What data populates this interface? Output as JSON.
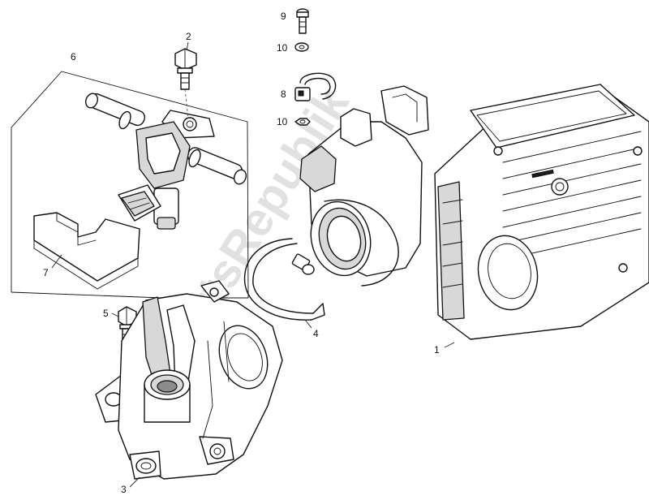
{
  "watermark": "PartsRepublik",
  "parts": [
    {
      "id": "1",
      "label": "1"
    },
    {
      "id": "2",
      "label": "2"
    },
    {
      "id": "3",
      "label": "3"
    },
    {
      "id": "4",
      "label": "4"
    },
    {
      "id": "5",
      "label": "5"
    },
    {
      "id": "6",
      "label": "6"
    },
    {
      "id": "7",
      "label": "7"
    },
    {
      "id": "8",
      "label": "8"
    },
    {
      "id": "9",
      "label": "9"
    },
    {
      "id": "10a",
      "label": "10"
    },
    {
      "id": "10b",
      "label": "10"
    }
  ]
}
